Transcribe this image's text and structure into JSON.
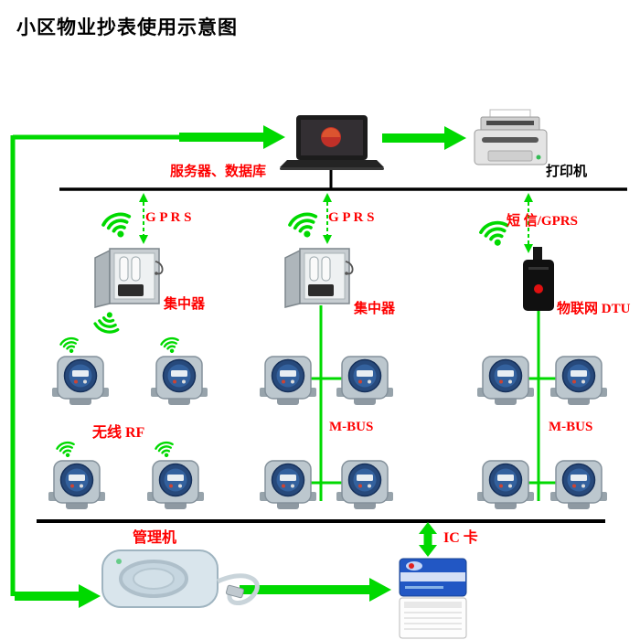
{
  "title": "小区物业抄表使用示意图",
  "colors": {
    "green": "#00d900",
    "red": "#fe0000",
    "black": "#000000"
  },
  "labels": {
    "server": "服务器、数据库",
    "printer": "打印机",
    "gprs_left": "G P R S",
    "gprs_mid": "G P R S",
    "sms_gprs": "短 信/GPRS",
    "collector_left": "集中器",
    "collector_mid": "集中器",
    "dtu": "物联网 DTU",
    "wireless_rf": "无线 RF",
    "mbus_mid": "M-BUS",
    "mbus_right": "M-BUS",
    "manager": "管理机",
    "ic_card": "IC 卡"
  }
}
